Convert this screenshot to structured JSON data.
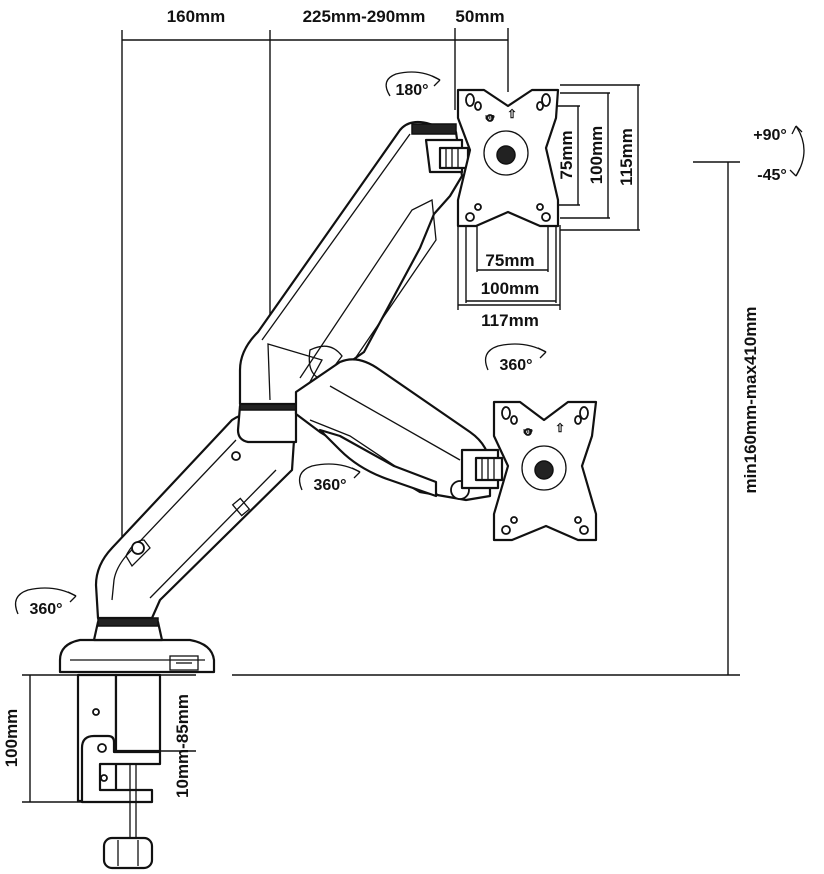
{
  "dimensions": {
    "arm_base_reach": "160mm",
    "arm_extension": "225mm-290mm",
    "offset": "50mm",
    "vesa_75_vertical": "75mm",
    "vesa_100_vertical": "100mm",
    "plate_height": "115mm",
    "vesa_75_horizontal": "75mm",
    "vesa_100_horizontal": "100mm",
    "plate_width": "117mm",
    "height_range": "min160mm-max410mm",
    "clamp_height": "100mm",
    "desk_thickness": "10mm-85mm"
  },
  "rotations": {
    "plate_rotation": "180°",
    "tilt_up": "+90°",
    "tilt_down": "-45°",
    "forearm_swivel": "360°",
    "elbow_swivel": "360°",
    "base_swivel": "360°"
  },
  "plate_marks": {
    "up_arrow": "⇧",
    "up_text": "UP"
  },
  "colors": {
    "line": "#111111",
    "background": "#ffffff"
  }
}
